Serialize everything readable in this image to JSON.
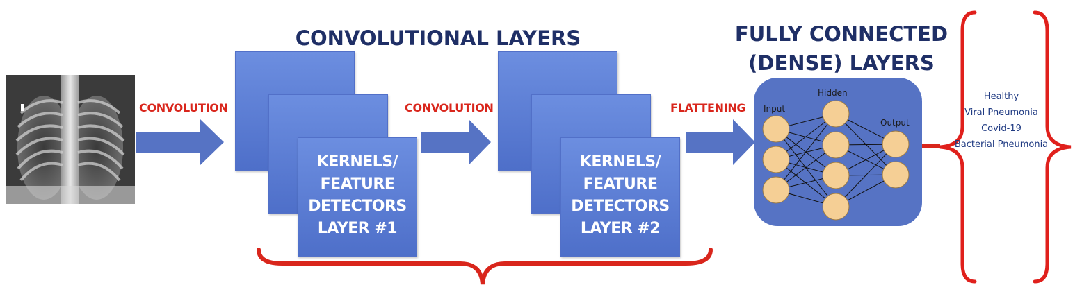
{
  "titles": {
    "convolutional": "CONVOLUTIONAL LAYERS",
    "dense_line1": "FULLY CONNECTED",
    "dense_line2": "(DENSE) LAYERS"
  },
  "arrows": {
    "convolution_1": "CONVOLUTION",
    "convolution_2": "CONVOLUTION",
    "flattening": "FLATTENING"
  },
  "kernel_blocks": [
    {
      "lines": [
        "KERNELS/",
        "FEATURE",
        "DETECTORS",
        "LAYER #1"
      ]
    },
    {
      "lines": [
        "KERNELS/",
        "FEATURE",
        "DETECTORS",
        "LAYER #2"
      ]
    }
  ],
  "network": {
    "input_label": "Input",
    "hidden_label": "Hidden",
    "output_label": "Output"
  },
  "outputs": [
    "Healthy",
    "Viral Pneumonia",
    "Covid-19",
    "Bacterial Pneumonia"
  ],
  "colors": {
    "title": "#1f2f66",
    "red": "#d9261c",
    "block_blue": "#5b7fd6",
    "neuron": "#f5cf95"
  },
  "icons": {
    "xray": "chest-xray-image"
  }
}
